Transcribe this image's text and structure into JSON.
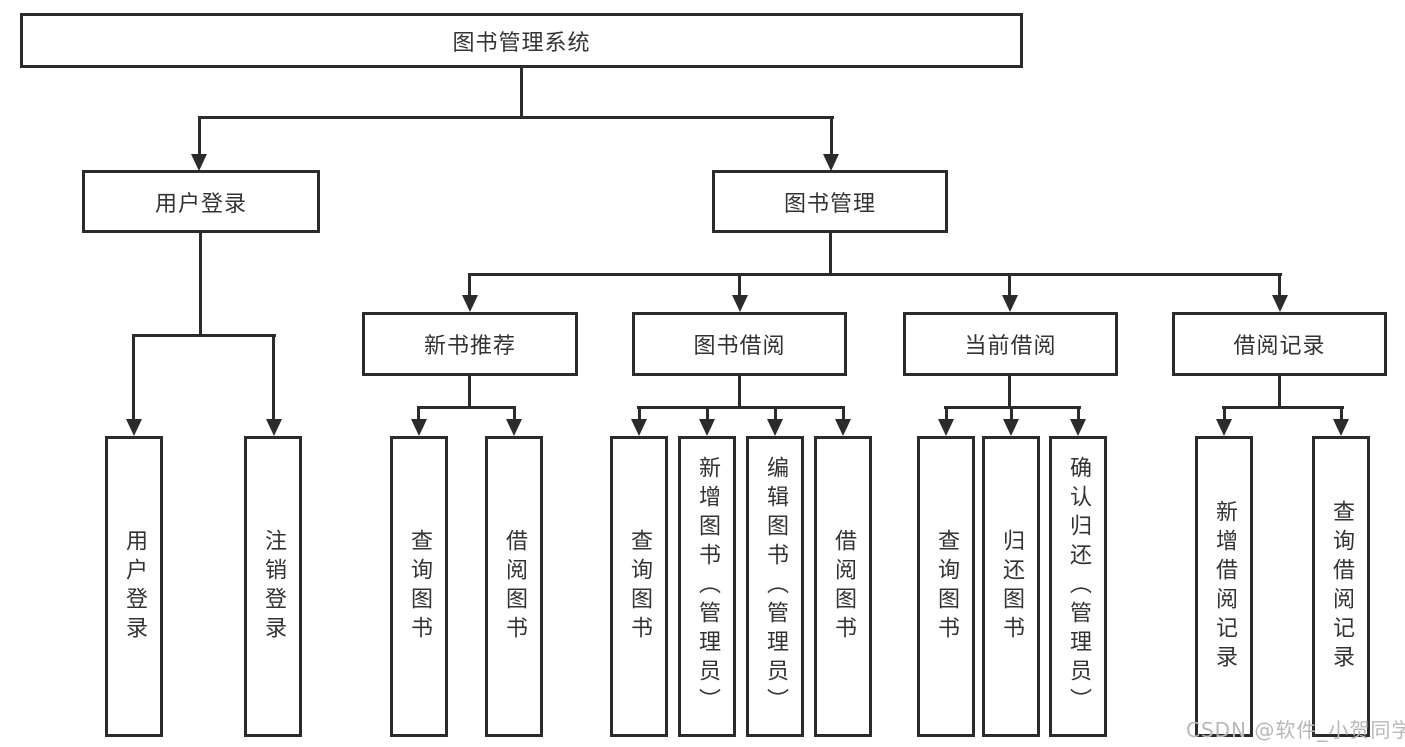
{
  "tree": {
    "root": {
      "label": "图书管理系统"
    },
    "branches": [
      {
        "label": "用户登录",
        "children": [
          {
            "label": "用户登录"
          },
          {
            "label": "注销登录"
          }
        ]
      },
      {
        "label": "图书管理",
        "children": [
          {
            "label": "新书推荐",
            "children": [
              {
                "label": "查询图书"
              },
              {
                "label": "借阅图书"
              }
            ]
          },
          {
            "label": "图书借阅",
            "children": [
              {
                "label": "查询图书"
              },
              {
                "label": "新增图书（管理员）"
              },
              {
                "label": "编辑图书（管理员）"
              },
              {
                "label": "借阅图书"
              }
            ]
          },
          {
            "label": "当前借阅",
            "children": [
              {
                "label": "查询图书"
              },
              {
                "label": "归还图书"
              },
              {
                "label": "确认归还（管理员）"
              }
            ]
          },
          {
            "label": "借阅记录",
            "children": [
              {
                "label": "新增借阅记录"
              },
              {
                "label": "查询借阅记录"
              }
            ]
          }
        ]
      }
    ],
    "watermark": "CSDN @软件_小贺同学"
  },
  "colors": {
    "line": "#2b2b2b",
    "text": "#333333",
    "watermark": "#b8b8b8",
    "background": "#ffffff"
  }
}
